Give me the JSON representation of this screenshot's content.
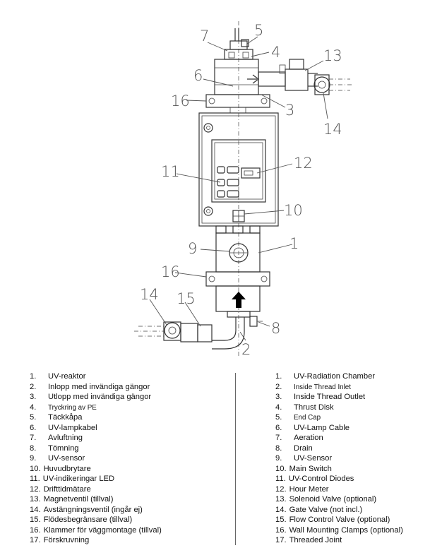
{
  "callouts": {
    "c1": "1",
    "c2": "2",
    "c3": "3",
    "c4": "4",
    "c5": "5",
    "c6": "6",
    "c7": "7",
    "c8": "8",
    "c9": "9",
    "c10": "10",
    "c11": "11",
    "c12": "12",
    "c13": "13",
    "c14_top": "14",
    "c14_bottom": "14",
    "c15": "15",
    "c16_top": "16",
    "c16_bottom": "16"
  },
  "legend_sv": [
    {
      "num": "1.",
      "label": "UV-reaktor"
    },
    {
      "num": "2.",
      "label": "Inlopp med invändiga gängor"
    },
    {
      "num": "3.",
      "label": "Utlopp med invändiga gängor"
    },
    {
      "num": "4.",
      "label": "Tryckring av PE"
    },
    {
      "num": "5.",
      "label": "Täckkåpa"
    },
    {
      "num": "6.",
      "label": "UV-lampkabel"
    },
    {
      "num": "7.",
      "label": "Avluftning"
    },
    {
      "num": "8.",
      "label": "Tömning"
    },
    {
      "num": "9.",
      "label": "UV-sensor"
    },
    {
      "num": "10.",
      "label": "Huvudbrytare"
    },
    {
      "num": "11.",
      "label": "UV-indikeringar LED"
    },
    {
      "num": "12.",
      "label": "Drifttidmätare"
    },
    {
      "num": "13.",
      "label": "Magnetventil (tillval)"
    },
    {
      "num": "14.",
      "label": "Avstängningsventil (ingår ej)"
    },
    {
      "num": "15.",
      "label": "Flödesbegränsare (tillval)"
    },
    {
      "num": "16.",
      "label": "Klammer för väggmontage (tillval)"
    },
    {
      "num": "17.",
      "label": "Förskruvning"
    }
  ],
  "legend_en": [
    {
      "num": "1.",
      "label": "UV-Radiation Chamber"
    },
    {
      "num": "2.",
      "label": "Inside Thread Inlet"
    },
    {
      "num": "3.",
      "label": "Inside Thread Outlet"
    },
    {
      "num": "4.",
      "label": "Thrust Disk"
    },
    {
      "num": "5.",
      "label": "End Cap"
    },
    {
      "num": "6.",
      "label": "UV-Lamp Cable"
    },
    {
      "num": "7.",
      "label": "Aeration"
    },
    {
      "num": "8.",
      "label": "Drain"
    },
    {
      "num": "9.",
      "label": "UV-Sensor"
    },
    {
      "num": "10.",
      "label": "Main Switch"
    },
    {
      "num": "11.",
      "label": "UV-Control Diodes"
    },
    {
      "num": "12.",
      "label": "Hour Meter"
    },
    {
      "num": "13.",
      "label": "Solenoid Valve (optional)"
    },
    {
      "num": "14.",
      "label": "Gate Valve (not incl.)"
    },
    {
      "num": "15.",
      "label": "Flow Control Valve (optional)"
    },
    {
      "num": "16.",
      "label": "Wall Mounting Clamps (optional)"
    },
    {
      "num": "17.",
      "label": "Threaded Joint"
    }
  ],
  "icons": {
    "flow_arrow": "arrow-up-icon",
    "housing_screw": "screw-icon"
  }
}
